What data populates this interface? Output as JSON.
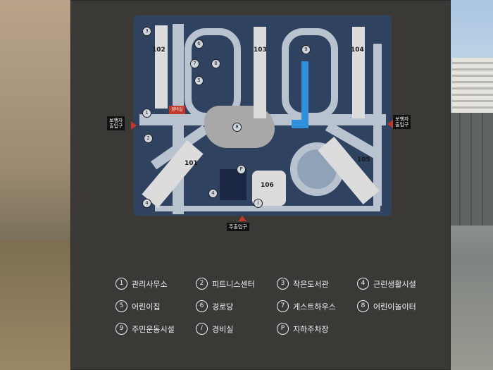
{
  "map": {
    "buildings": [
      "102",
      "103",
      "104",
      "101",
      "105",
      "106"
    ],
    "markers": [
      "1",
      "2",
      "3",
      "4",
      "5",
      "6",
      "7",
      "8",
      "9",
      "P",
      "i"
    ],
    "entrance_label_left": "보행자\n출입구",
    "entrance_label_right": "보행자\n출입구",
    "entrance_label_bottom": "주출입구",
    "security_tag": "경비실"
  },
  "legend": [
    {
      "n": "1",
      "label": "관리사무소"
    },
    {
      "n": "2",
      "label": "피트니스센터"
    },
    {
      "n": "3",
      "label": "작은도서관"
    },
    {
      "n": "4",
      "label": "근린생활시설"
    },
    {
      "n": "5",
      "label": "어린이집"
    },
    {
      "n": "6",
      "label": "경로당"
    },
    {
      "n": "7",
      "label": "게스트하우스"
    },
    {
      "n": "8",
      "label": "어린이놀이터"
    },
    {
      "n": "9",
      "label": "주민운동시설"
    },
    {
      "n": "i",
      "label": "경비실"
    },
    {
      "n": "P",
      "label": "지하주차장"
    }
  ],
  "colors": {
    "board": "#3b3936",
    "map": "#2f4260",
    "road": "#b9c3d0",
    "building": "#dcdcdc",
    "entrance_arrow": "#c0392b"
  }
}
